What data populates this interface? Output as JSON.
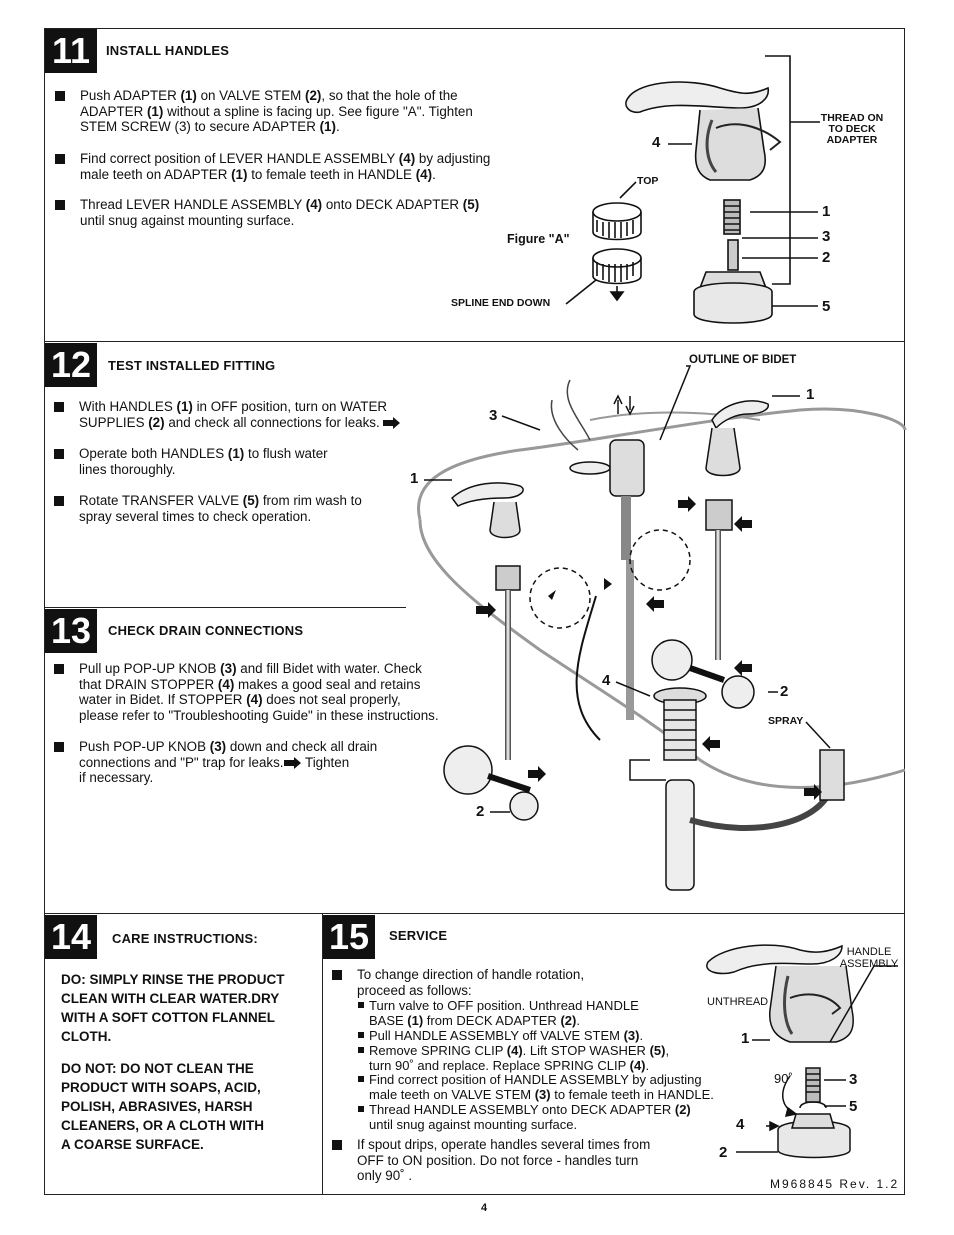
{
  "s11": {
    "num": "11",
    "title": "INSTALL HANDLES",
    "b1": {
      "t1": "Push ADAPTER ",
      "b1": "(1)",
      "t2": " on VALVE STEM ",
      "b2": "(2)",
      "t3": ", so that the hole of the",
      "l2a": "ADAPTER ",
      "l2b": "(1)",
      "l2c": " without a spline is facing up. See figure \"A\". Tighten",
      "l3a": "STEM SCREW (3) to secure ADAPTER ",
      "l3b": "(1)",
      "l3c": "."
    },
    "b2": {
      "l1a": "Find correct position of LEVER HANDLE ASSEMBLY ",
      "l1b": "(4)",
      "l1c": " by adjusting",
      "l2a": "male teeth on ADAPTER ",
      "l2b": "(1)",
      "l2c": " to female teeth in HANDLE ",
      "l2d": "(4)",
      "l2e": "."
    },
    "b3": {
      "l1a": "Thread LEVER HANDLE ASSEMBLY ",
      "l1b": "(4)",
      "l1c": " onto DECK ADAPTER ",
      "l1d": "(5)",
      "l2": "until snug against mounting surface."
    },
    "labels": {
      "thread": "THREAD ON\nTO DECK\nADAPTER",
      "top": "TOP",
      "figure_a": "Figure \"A\"",
      "spline": "SPLINE END DOWN",
      "n4": "4",
      "n1": "1",
      "n3": "3",
      "n2": "2",
      "n5": "5"
    }
  },
  "s12": {
    "num": "12",
    "title": "TEST INSTALLED FITTING",
    "b1": {
      "l1a": "With HANDLES ",
      "l1b": "(1)",
      "l1c": " in OFF position, turn on WATER",
      "l2a": "SUPPLIES ",
      "l2b": "(2)",
      "l2c": " and check all connections for leaks."
    },
    "b2": {
      "l1a": "Operate both HANDLES ",
      "l1b": "(1)",
      "l1c": " to flush water",
      "l2": "lines thoroughly."
    },
    "b3": {
      "l1a": "Rotate TRANSFER VALVE ",
      "l1b": "(5)",
      "l1c": " from rim wash to",
      "l2": "spray several times to check operation."
    },
    "labels": {
      "outline": "OUTLINE OF BIDET",
      "spray": "SPRAY",
      "n1a": "1",
      "n1b": "1",
      "n3": "3",
      "n4": "4",
      "n2a": "2",
      "n2b": "2"
    }
  },
  "s13": {
    "num": "13",
    "title": "CHECK DRAIN CONNECTIONS",
    "b1": {
      "l1a": "Pull up POP-UP KNOB ",
      "l1b": "(3)",
      "l1c": " and fill Bidet with water. Check",
      "l2a": "that DRAIN STOPPER ",
      "l2b": "(4)",
      "l2c": " makes a good seal and retains",
      "l3a": "water in Bidet. If STOPPER ",
      "l3b": "(4)",
      "l3c": "  does not seal properly,",
      "l4": "please refer to \"Troubleshooting Guide\" in these instructions."
    },
    "b2": {
      "l1a": "Push POP-UP KNOB ",
      "l1b": "(3)",
      "l1c": " down and check all drain",
      "l2a": "connections and \"P\" trap for leaks.",
      "l2b": "  Tighten",
      "l3": "if necessary."
    }
  },
  "s14": {
    "num": "14",
    "title": "CARE INSTRUCTIONS:",
    "do": [
      "DO: SIMPLY RINSE THE PRODUCT",
      "CLEAN WITH  CLEAR WATER.DRY",
      "WITH A SOFT COTTON FLANNEL",
      "CLOTH."
    ],
    "dont": [
      "DO NOT: DO NOT CLEAN THE",
      "PRODUCT WITH SOAPS, ACID,",
      "POLISH, ABRASIVES, HARSH",
      "CLEANERS, OR A CLOTH WITH",
      "A COARSE SURFACE."
    ]
  },
  "s15": {
    "num": "15",
    "title": "SERVICE",
    "b1": {
      "l1": "To change direction of handle rotation,",
      "l2": "proceed as follows:"
    },
    "subs": [
      {
        "a": "Turn valve to OFF position. Unthread HANDLE",
        "b": "BASE ",
        "c": "(1)",
        "d": " from DECK ADAPTER ",
        "e": "(2)",
        "f": "."
      },
      {
        "a": "Pull HANDLE ASSEMBLY off VALVE STEM ",
        "b": "(3)",
        "c": "."
      },
      {
        "a": "Remove SPRING CLIP ",
        "b": "(4)",
        "c": ". Lift STOP WASHER ",
        "d": "(5)",
        "e": ",",
        "f": "turn 90˚ and replace. Replace SPRING CLIP ",
        "g": "(4)",
        "h": "."
      },
      {
        "a": "Find correct position of HANDLE ASSEMBLY by adjusting",
        "b": "male teeth on VALVE STEM ",
        "c": "(3)",
        "d": " to female teeth in HANDLE."
      },
      {
        "a": "Thread HANDLE ASSEMBLY onto DECK ADAPTER ",
        "b": "(2)",
        "c": "until snug against mounting surface."
      }
    ],
    "b2": {
      "l1": "If spout drips, operate handles several times from",
      "l2": "OFF to ON position. Do not force - handles turn",
      "l3": "only 90˚ ."
    },
    "labels": {
      "handle": "HANDLE\nASSEMBLY",
      "unthread": "UNTHREAD",
      "deg": "90˚",
      "n1": "1",
      "n3": "3",
      "n5": "5",
      "n4": "4",
      "n2": "2"
    }
  },
  "footer": {
    "code": "M968845 Rev. 1.2",
    "page": "4"
  }
}
